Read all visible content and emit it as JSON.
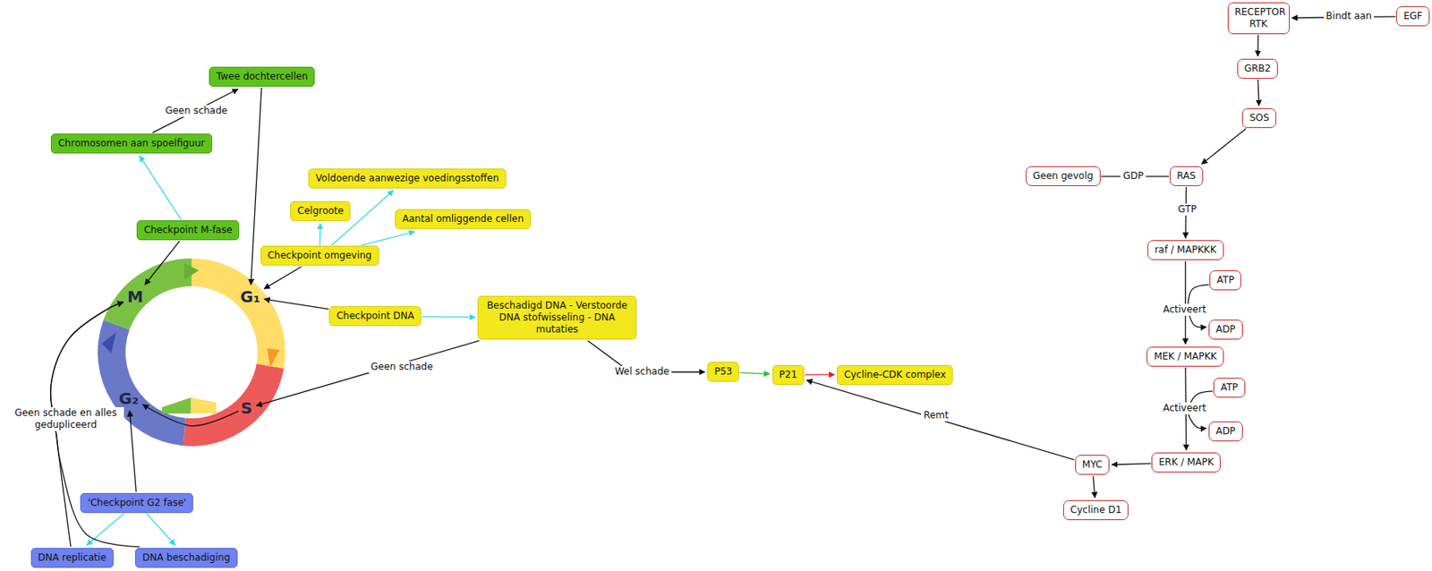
{
  "diagram": {
    "nodes": [
      {
        "text": [
          "Twee dochtercellen"
        ]
      },
      {
        "text": [
          "Chromosomen aan spoelfiguur"
        ]
      },
      {
        "text": [
          "Checkpoint M-fase"
        ]
      },
      {
        "text": [
          "Voldoende aanwezige voedingsstoffen"
        ]
      },
      {
        "text": [
          "Celgroote"
        ]
      },
      {
        "text": [
          "Aantal omliggende cellen"
        ]
      },
      {
        "text": [
          "Checkpoint omgeving"
        ]
      },
      {
        "text": [
          "M"
        ]
      },
      {
        "text": [
          "G₁"
        ]
      },
      {
        "text": [
          "Checkpoint DNA"
        ]
      },
      {
        "text": [
          "Beschadigd DNA - Verstoorde DNA stofwisseling - DNA mutaties"
        ]
      },
      {
        "text": [
          "G₂"
        ]
      },
      {
        "text": [
          "S"
        ]
      },
      {
        "text": [
          "P53"
        ]
      },
      {
        "text": [
          "P21"
        ]
      },
      {
        "text": [
          "Cycline-CDK complex"
        ]
      },
      {
        "text": [
          "'Checkpoint G2 fase'"
        ]
      },
      {
        "text": [
          "DNA replicatie"
        ]
      },
      {
        "text": [
          "DNA beschadiging"
        ]
      },
      {
        "text": [
          "RECEPTOR RTK"
        ]
      },
      {
        "text": [
          "EGF"
        ]
      },
      {
        "text": [
          "GRB2"
        ]
      },
      {
        "text": [
          "SOS"
        ]
      },
      {
        "text": [
          "Geen gevolg"
        ]
      },
      {
        "text": [
          "RAS"
        ]
      },
      {
        "text": [
          "raf / MAPKKK"
        ]
      },
      {
        "text": [
          "ATP"
        ]
      },
      {
        "text": [
          "ADP"
        ]
      },
      {
        "text": [
          "MEK / MAPKK"
        ]
      },
      {
        "text": [
          "ATP"
        ]
      },
      {
        "text": [
          "ADP"
        ]
      },
      {
        "text": [
          "MYC"
        ]
      },
      {
        "text": [
          "ERK / MAPK"
        ]
      },
      {
        "text": [
          "Cycline D1"
        ]
      }
    ],
    "edges": [
      {
        "from": 1,
        "to": 0,
        "arrow": "to",
        "label": "Geen schade"
      },
      {
        "from": 0,
        "to": 8,
        "arrow": "to"
      },
      {
        "from": 2,
        "to": 1,
        "arrow": "to"
      },
      {
        "from": 2,
        "to": 7,
        "arrow": "to"
      },
      {
        "from": 6,
        "to": 4,
        "arrow": "to"
      },
      {
        "from": 6,
        "to": 3,
        "arrow": "to"
      },
      {
        "from": 6,
        "to": 5,
        "arrow": "to"
      },
      {
        "from": 6,
        "to": 8,
        "arrow": "to"
      },
      {
        "from": 9,
        "to": 8,
        "arrow": "to"
      },
      {
        "from": 9,
        "to": 10,
        "arrow": "to"
      },
      {
        "from": 10,
        "to": 12,
        "arrow": "to",
        "label": "Geen schade"
      },
      {
        "from": 10,
        "to": 13,
        "arrow": "to",
        "label": "Wel schade"
      },
      {
        "from": 13,
        "to": 14,
        "arrow": "to"
      },
      {
        "from": 14,
        "to": 15,
        "arrow": "to"
      },
      {
        "from": 12,
        "to": 11,
        "arrow": "to"
      },
      {
        "from": 16,
        "to": 11,
        "arrow": "to"
      },
      {
        "from": 16,
        "to": 17,
        "arrow": "to"
      },
      {
        "from": 16,
        "to": 18,
        "arrow": "to"
      },
      {
        "from": 17,
        "to": 7,
        "arrow": "to",
        "label": "Geen schade en alles gedupliceerd"
      },
      {
        "from": 18,
        "to": 7,
        "arrow": "to"
      },
      {
        "from": 20,
        "to": 19,
        "arrow": "to",
        "label": "Bindt aan"
      },
      {
        "from": 19,
        "to": 21,
        "arrow": "to"
      },
      {
        "from": 21,
        "to": 22,
        "arrow": "to"
      },
      {
        "from": 22,
        "to": 24,
        "arrow": "to"
      },
      {
        "from": 24,
        "to": 23,
        "arrow": "none",
        "label": "GDP"
      },
      {
        "from": 24,
        "to": 25,
        "arrow": "to",
        "label": "GTP"
      },
      {
        "from": 25,
        "to": 28,
        "arrow": "to",
        "label": "Activeert"
      },
      {
        "from": 26,
        "to": 27,
        "arrow": "to"
      },
      {
        "from": 28,
        "to": 32,
        "arrow": "to",
        "label": "Activeert"
      },
      {
        "from": 29,
        "to": 30,
        "arrow": "to"
      },
      {
        "from": 32,
        "to": 31,
        "arrow": "to"
      },
      {
        "from": 31,
        "to": 33,
        "arrow": "to"
      },
      {
        "from": 31,
        "to": 14,
        "arrow": "to",
        "label": "Remt"
      }
    ]
  }
}
